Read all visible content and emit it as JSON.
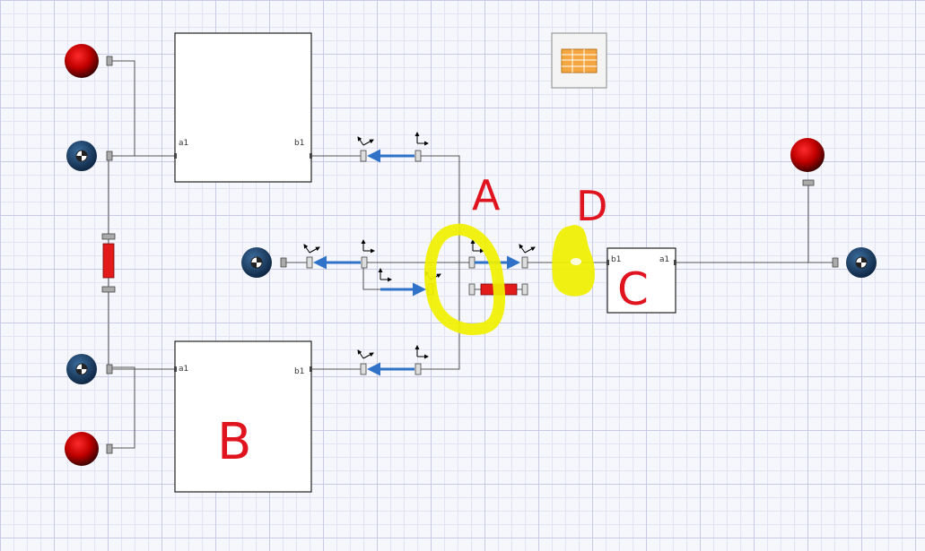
{
  "blocks": {
    "top": {
      "port_in": "a1",
      "port_out": "b1"
    },
    "bottom": {
      "port_in": "a1",
      "port_out": "b1",
      "label": "B"
    },
    "right": {
      "port_in": "b1",
      "port_out": "a1",
      "label": "C"
    }
  },
  "annotations": {
    "a": "A",
    "d": "D"
  },
  "colors": {
    "mass_red": "#b30000",
    "fixed_blue": "#1c3a5e",
    "arrow_blue": "#3a7fd0",
    "spring_red": "#e21a1a",
    "highlight_yellow": "#f0f000",
    "handwriting_red": "#e0141e"
  },
  "icons": {
    "table_icon": "table-icon"
  }
}
